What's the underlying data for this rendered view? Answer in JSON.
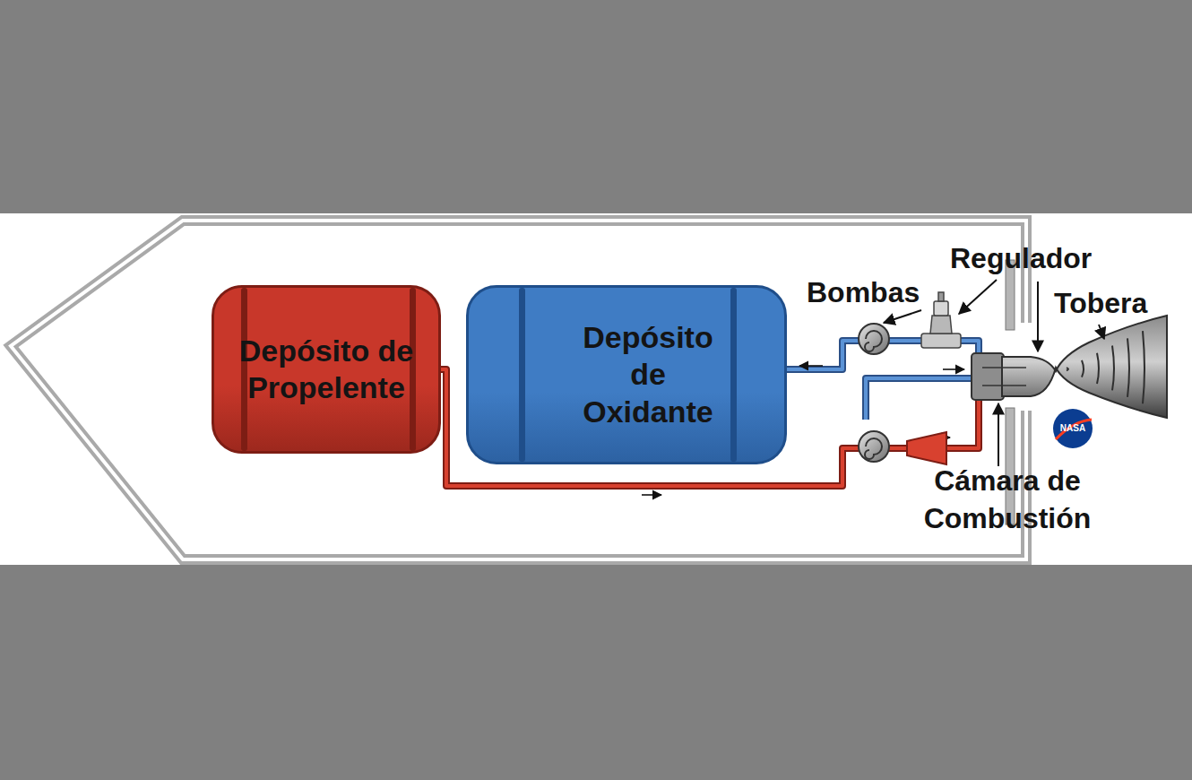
{
  "diagram": {
    "nodes": [
      {
        "text": [
          "Depósito de Propelente"
        ]
      },
      {
        "text": [
          "Depósito de Oxidante"
        ]
      }
    ],
    "labels": [
      "Bombas",
      "Regulador",
      "Tobera",
      "Cámara de Combustión",
      "NASA"
    ]
  }
}
